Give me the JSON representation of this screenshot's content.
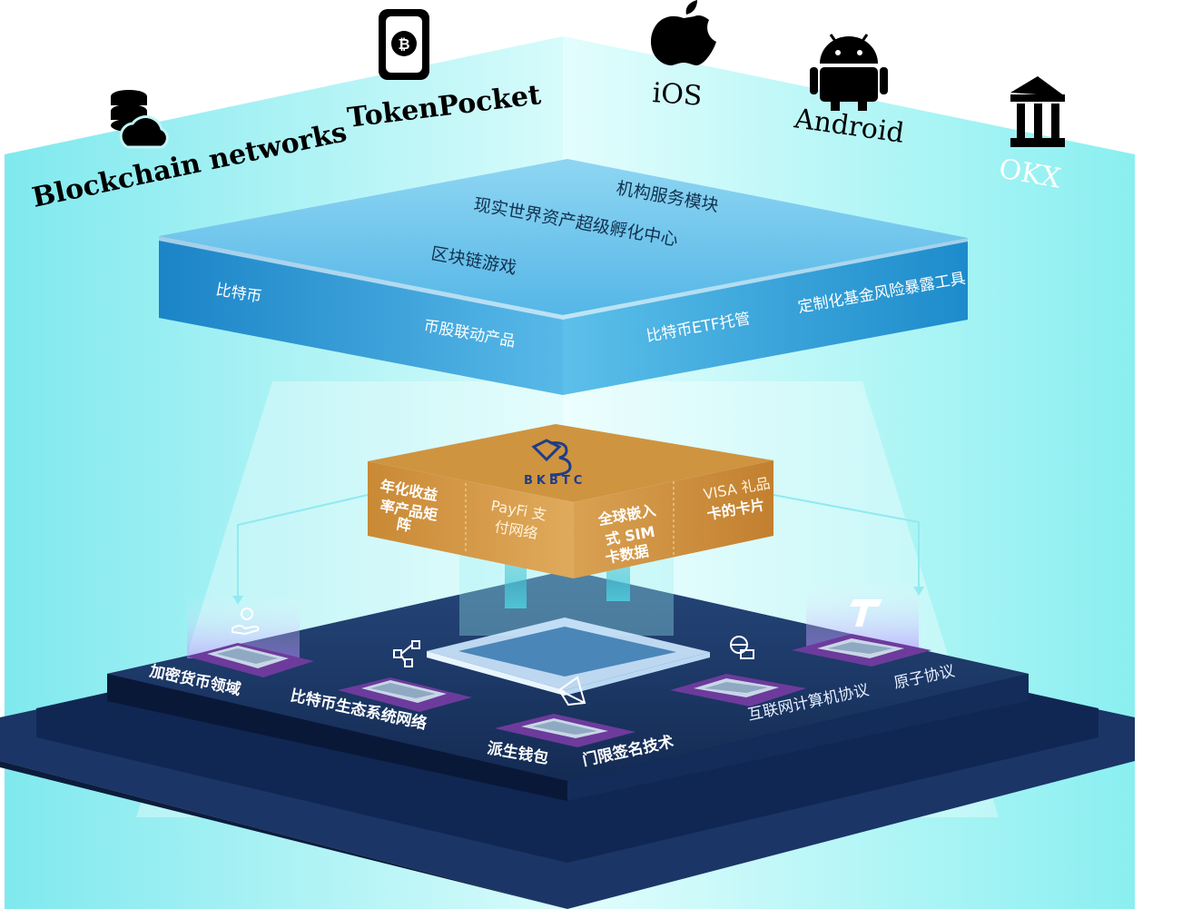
{
  "platforms": {
    "blockchain": {
      "label": "Blockchain networks",
      "icon": "database-cloud-icon"
    },
    "tokenpocket": {
      "label": "TokenPocket",
      "icon": "bitcoin-wallet-icon"
    },
    "ios": {
      "label": "iOS",
      "icon": "apple-icon"
    },
    "android": {
      "label": "Android",
      "icon": "android-icon"
    },
    "okx": {
      "label": "OKX",
      "icon": "bank-icon"
    }
  },
  "service_layer": {
    "top": [
      "机构服务模块",
      "现实世界资产超级孵化中心",
      "区块链游戏"
    ],
    "left": [
      "比特币",
      "币股联动产品"
    ],
    "right": [
      "比特币ETF托管",
      "定制化基金风险暴露工具"
    ]
  },
  "core_module": {
    "logo": "BKBTC",
    "left": [
      "年化收益",
      "率产品矩",
      "阵",
      "PayFi 支",
      "付网络"
    ],
    "right": [
      "全球嵌入",
      "式 SIM",
      "卡数据",
      "VISA 礼品",
      "卡的卡片"
    ]
  },
  "foundation": {
    "chips": [
      {
        "label": "加密货币领域",
        "icon": "hand-coins-icon"
      },
      {
        "label": "比特币生态系统网络",
        "icon": "network-nodes-icon"
      },
      {
        "label": "派生钱包",
        "icon": "wallet-icon"
      },
      {
        "label": "门限签名技术",
        "icon": "origami-icon"
      },
      {
        "label": "互联网计算机协议",
        "icon": "globe-computer-icon"
      },
      {
        "label": "原子协议",
        "icon": "t-logo-icon"
      }
    ]
  },
  "colors": {
    "room": "#9ef3f3",
    "service": "#1f9bd4",
    "gold": "#d4963c",
    "base_dark": "#0e2346",
    "chip_purple": "#6d3b9c"
  }
}
